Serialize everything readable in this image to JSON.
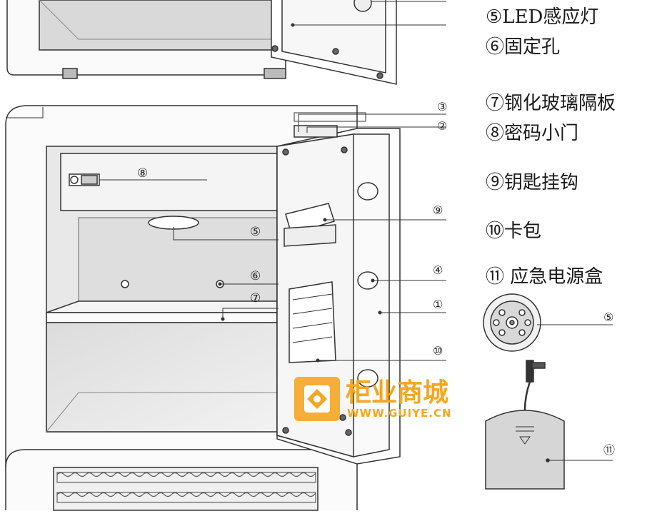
{
  "legend": [
    {
      "text": "⑤LED感应灯"
    },
    {
      "text": "⑥固定孔"
    },
    {
      "text": "⑦钢化玻璃隔板"
    },
    {
      "text": "⑧密码小门"
    },
    {
      "text": "⑨钥匙挂钩"
    },
    {
      "text": "⑩卡包"
    },
    {
      "text": "⑪ 应急电源盒"
    }
  ],
  "callouts": {
    "c1": "①",
    "c2": "②",
    "c3": "③",
    "c4": "④",
    "c5": "⑤",
    "c6": "⑥",
    "c7": "⑦",
    "c8": "⑧",
    "c9": "⑨",
    "c10": "⑩",
    "c5b": "⑤",
    "c11": "⑪"
  },
  "watermark": {
    "brand": "柜业商城",
    "url": "WWW.GUIYE.CN",
    "color": "#f5a623"
  }
}
